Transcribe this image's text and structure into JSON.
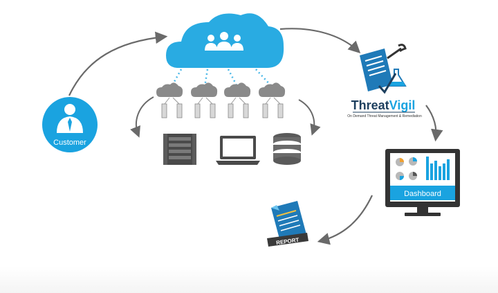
{
  "diagram": {
    "customer_label": "Customer",
    "brand": {
      "name_part1": "Threat",
      "name_part2": "Vigil",
      "tagline": "On Demand Threat Management & Remediation"
    },
    "dashboard_label": "Dashboard",
    "report_label": "REPORT"
  },
  "colors": {
    "accent_blue": "#1aa3e0",
    "cloud_blue": "#29abe2",
    "dark_gray": "#4a4a4a",
    "arrow_gray": "#6a6a6a",
    "brand_dark": "#1d3f5e"
  },
  "icons": [
    "cloud-users-icon",
    "customer-icon",
    "threatvigil-document-icon",
    "dashboard-monitor-icon",
    "report-icon",
    "server-rack-icon",
    "laptop-icon",
    "database-icon"
  ]
}
